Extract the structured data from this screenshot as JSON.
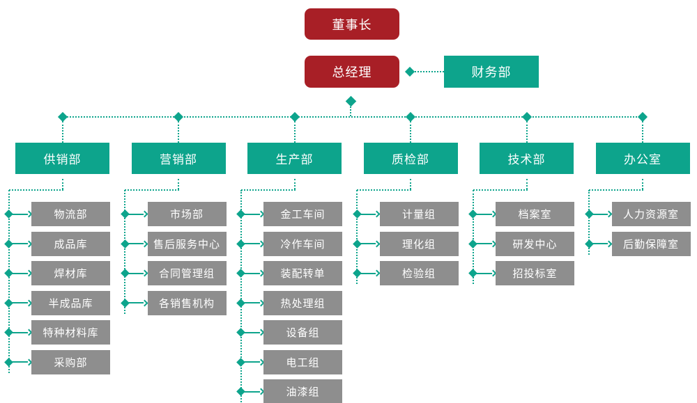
{
  "palette": {
    "node_red": "#A81F26",
    "node_teal": "#0DA48C",
    "node_gray": "#8E8E8E",
    "connector_teal": "#0DA48C",
    "text_white": "#FFFFFF",
    "background": "#FFFFFF"
  },
  "org_chart": {
    "root": {
      "label": "董事长"
    },
    "executive": {
      "label": "总经理"
    },
    "staff_node": {
      "label": "财务部"
    },
    "departments": [
      {
        "label": "供销部",
        "children": [
          "物流部",
          "成品库",
          "焊材库",
          "半成品库",
          "特种材料库",
          "采购部"
        ]
      },
      {
        "label": "营销部",
        "children": [
          "市场部",
          "售后服务中心",
          "合同管理组",
          "各销售机构"
        ]
      },
      {
        "label": "生产部",
        "children": [
          "金工车间",
          "冷作车间",
          "装配转单",
          "热处理组",
          "设备组",
          "电工组",
          "油漆组"
        ]
      },
      {
        "label": "质检部",
        "children": [
          "计量组",
          "理化组",
          "检验组"
        ]
      },
      {
        "label": "技术部",
        "children": [
          "档案室",
          "研发中心",
          "招投标室"
        ]
      },
      {
        "label": "办公室",
        "children": [
          "人力资源室",
          "后勤保障室"
        ]
      }
    ]
  }
}
